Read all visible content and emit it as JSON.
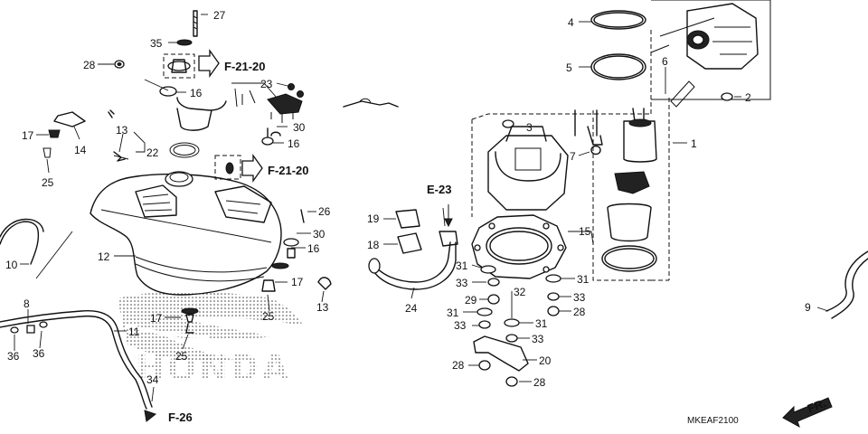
{
  "diagram_code": "MKEAF2100",
  "watermark": "HONDA",
  "references": {
    "f21_20_top": "F-21-20",
    "f21_20_mid": "F-21-20",
    "e23": "E-23",
    "f26": "F-26",
    "front": "FR."
  },
  "callouts": {
    "c1": "1",
    "c2": "2",
    "c3": "3",
    "c4": "4",
    "c5": "5",
    "c6": "6",
    "c7": "7",
    "c8": "8",
    "c9": "9",
    "c10": "10",
    "c11": "11",
    "c12": "12",
    "c13a": "13",
    "c13b": "13",
    "c14": "14",
    "c15": "15",
    "c16a": "16",
    "c16b": "16",
    "c16c": "16",
    "c17a": "17",
    "c17b": "17",
    "c17c": "17",
    "c18": "18",
    "c19": "19",
    "c20": "20",
    "c22": "22",
    "c23": "23",
    "c24": "24",
    "c25a": "25",
    "c25b": "25",
    "c25c": "25",
    "c26": "26",
    "c27": "27",
    "c28a": "28",
    "c28b": "28",
    "c28c": "28",
    "c28d": "28",
    "c29": "29",
    "c30a": "30",
    "c30b": "30",
    "c31a": "31",
    "c31b": "31",
    "c31c": "31",
    "c31d": "31",
    "c32": "32",
    "c33a": "33",
    "c33b": "33",
    "c33c": "33",
    "c33d": "33",
    "c34": "34",
    "c35": "35",
    "c36a": "36",
    "c36b": "36"
  }
}
